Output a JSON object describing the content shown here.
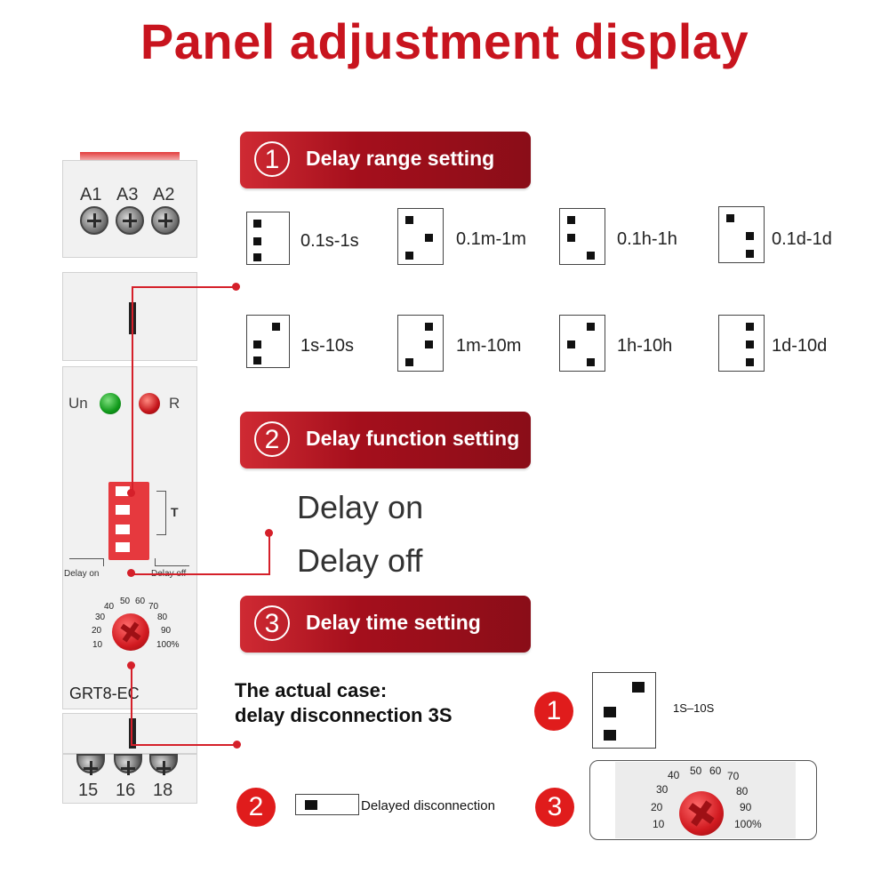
{
  "title": "Panel adjustment display",
  "device": {
    "top_terminals": [
      "A1",
      "A3",
      "A2"
    ],
    "led_un": "Un",
    "led_r": "R",
    "dip_bracket_label": "T",
    "delay_on_label": "Delay on",
    "delay_off_label": "Delay off",
    "dial_marks": [
      "10",
      "20",
      "30",
      "40",
      "50",
      "60",
      "70",
      "80",
      "90",
      "100%"
    ],
    "model": "GRT8-EC",
    "bottom_terminals": [
      "15",
      "16",
      "18"
    ]
  },
  "sections": [
    {
      "number": "1",
      "label": "Delay range setting"
    },
    {
      "number": "2",
      "label": "Delay function setting"
    },
    {
      "number": "3",
      "label": "Delay time setting"
    }
  ],
  "ranges": [
    "0.1s-1s",
    "0.1m-1m",
    "0.1h-1h",
    "0.1d-1d",
    "1s-10s",
    "1m-10m",
    "1h-10h",
    "1d-10d"
  ],
  "functions": [
    "Delay on",
    "Delay off"
  ],
  "example": {
    "line1": "The actual case:",
    "line2": "delay disconnection 3S",
    "step1_number": "1",
    "step1_label": "1S–10S",
    "step2_number": "2",
    "step2_label": "Delayed disconnection",
    "step3_number": "3",
    "dial_marks": [
      "10",
      "20",
      "30",
      "40",
      "50",
      "60",
      "70",
      "80",
      "90",
      "100%"
    ]
  },
  "colors": {
    "accent": "#c8141e",
    "banner": "#a50f1c"
  }
}
